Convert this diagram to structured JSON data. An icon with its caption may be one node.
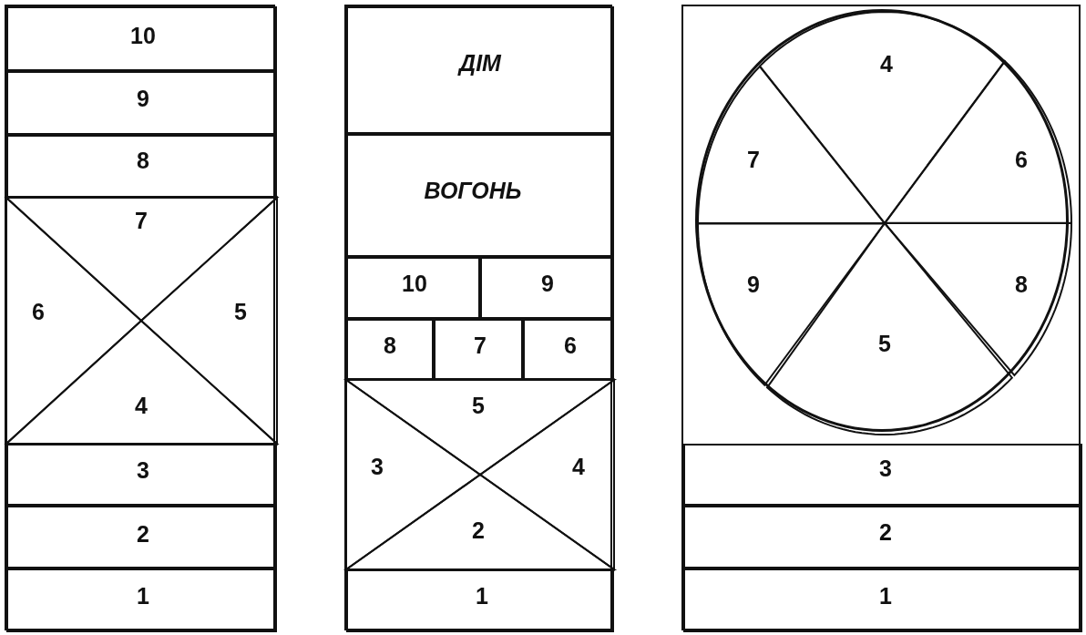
{
  "diagram": {
    "nodes": [
      {
        "text": [],
        "shape": "box"
      },
      {
        "text": [
          "10"
        ],
        "in": 0
      },
      {
        "text": [
          "9"
        ],
        "in": 0
      },
      {
        "text": [
          "8"
        ],
        "in": 0
      },
      {
        "text": [
          "7"
        ],
        "in": 0
      },
      {
        "text": [
          "6"
        ],
        "in": 0
      },
      {
        "text": [
          "5"
        ],
        "in": 0
      },
      {
        "text": [
          "4"
        ],
        "in": 0
      },
      {
        "text": [
          "3"
        ],
        "in": 0
      },
      {
        "text": [
          "2"
        ],
        "in": 0
      },
      {
        "text": [
          "1"
        ],
        "in": 0
      },
      {
        "text": [],
        "shape": "box"
      },
      {
        "text": [
          "ДІМ"
        ],
        "in": 11
      },
      {
        "text": [
          "ВОГОНЬ"
        ],
        "in": 11
      },
      {
        "text": [
          "10"
        ],
        "in": 11
      },
      {
        "text": [
          "9"
        ],
        "in": 11
      },
      {
        "text": [
          "8"
        ],
        "in": 11
      },
      {
        "text": [
          "7"
        ],
        "in": 11
      },
      {
        "text": [
          "6"
        ],
        "in": 11
      },
      {
        "text": [
          "5"
        ],
        "in": 11
      },
      {
        "text": [
          "3"
        ],
        "in": 11
      },
      {
        "text": [
          "4"
        ],
        "in": 11
      },
      {
        "text": [
          "2"
        ],
        "in": 11
      },
      {
        "text": [
          "1"
        ],
        "in": 11
      },
      {
        "text": [],
        "shape": "box"
      },
      {
        "text": [],
        "shape": "circle",
        "in": 24
      },
      {
        "text": [
          "4"
        ],
        "in": 25
      },
      {
        "text": [
          "7"
        ],
        "in": 25
      },
      {
        "text": [
          "6"
        ],
        "in": 25
      },
      {
        "text": [
          "9"
        ],
        "in": 25
      },
      {
        "text": [
          "8"
        ],
        "in": 25
      },
      {
        "text": [
          "5"
        ],
        "in": 25
      },
      {
        "text": [
          "3"
        ],
        "in": 24
      },
      {
        "text": [
          "2"
        ],
        "in": 24
      },
      {
        "text": [
          "1"
        ],
        "in": 24
      }
    ]
  }
}
